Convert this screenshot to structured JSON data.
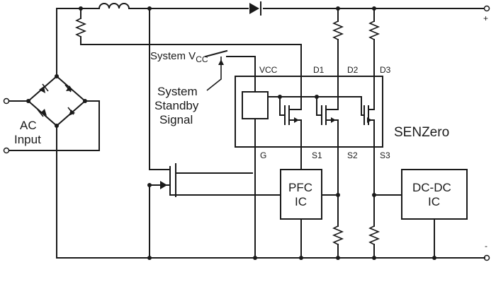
{
  "labels": {
    "system_vcc": "System V",
    "system_vcc_sub": "CC",
    "standby_line1": "System",
    "standby_line2": "Standby",
    "standby_line3": "Signal",
    "ac_line1": "AC",
    "ac_line2": "Input",
    "vcc": "VCC",
    "d1": "D1",
    "d2": "D2",
    "d3": "D3",
    "g": "G",
    "s1": "S1",
    "s2": "S2",
    "s3": "S3",
    "senzero": "SENZero",
    "pfc_line1": "PFC",
    "pfc_line2": "IC",
    "dcdc_line1": "DC-DC",
    "dcdc_line2": "IC",
    "plus": "+",
    "minus": "-"
  }
}
